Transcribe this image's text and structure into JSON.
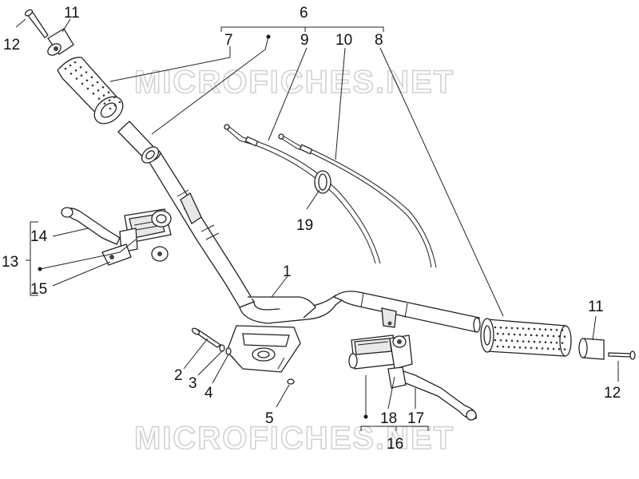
{
  "watermarks": {
    "top": "MICROFICHES.NET",
    "bottom": "MICROFICHES.NET"
  },
  "callouts": {
    "c1": "1",
    "c2": "2",
    "c3": "3",
    "c4": "4",
    "c5": "5",
    "c6": "6",
    "c7": "7",
    "c8": "8",
    "c9": "9",
    "c10": "10",
    "c11_left": "11",
    "c11_right": "11",
    "c12_left": "12",
    "c12_right": "12",
    "c13": "13",
    "c14": "14",
    "c15": "15",
    "c16": "16",
    "c17": "17",
    "c18": "18",
    "c19": "19"
  }
}
